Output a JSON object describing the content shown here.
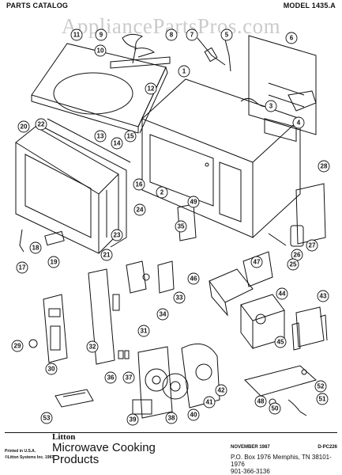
{
  "header": {
    "catalog": "PARTS CATALOG",
    "model": "MODEL 1435.A"
  },
  "watermark": "AppliancePartsPros.com",
  "footer": {
    "printed_line1": "Printed in U.S.A.",
    "printed_line2": "©Litton Systems Inc. 1987",
    "brand": "Litton",
    "product": "Microwave Cooking Products",
    "date": "NOVEMBER 1987",
    "doc_number": "D-PC226",
    "address_line1": "P.O. Box 1976 Memphis, TN 38101-1976",
    "address_line2": "901-366-3136"
  },
  "callouts": {
    "n1": "1",
    "n2": "2",
    "n3": "3",
    "n4": "4",
    "n5": "5",
    "n6": "6",
    "n7": "7",
    "n8": "8",
    "n9": "9",
    "n10": "10",
    "n11": "11",
    "n12": "12",
    "n13": "13",
    "n14": "14",
    "n15": "15",
    "n16": "16",
    "n17": "17",
    "n18": "18",
    "n19": "19",
    "n20": "20",
    "n21": "21",
    "n22": "22",
    "n23": "23",
    "n24": "24",
    "n25": "25",
    "n26": "26",
    "n27": "27",
    "n28": "28",
    "n29": "29",
    "n30": "30",
    "n31": "31",
    "n32": "32",
    "n33": "33",
    "n34": "34",
    "n35": "35",
    "n36": "36",
    "n37": "37",
    "n38": "38",
    "n39": "39",
    "n40": "40",
    "n41": "41",
    "n42": "42",
    "n43": "43",
    "n44": "44",
    "n45": "45",
    "n46": "46",
    "n47": "47",
    "n48": "48",
    "n49": "49",
    "n50": "50",
    "n51": "51",
    "n52": "52",
    "n53": "53"
  }
}
